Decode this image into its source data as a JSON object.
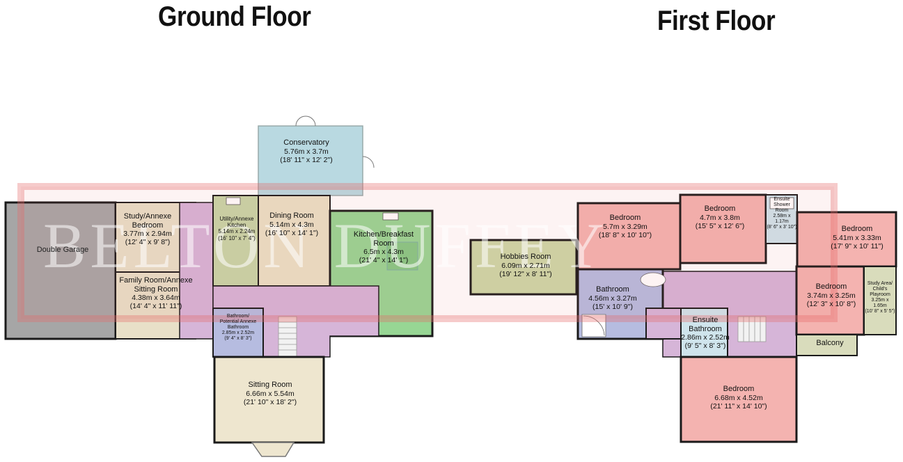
{
  "headings": {
    "ground_floor": "Ground Floor",
    "first_floor": "First Floor"
  },
  "watermark": {
    "text": "BELTON DUFFEY",
    "color": "#e46a6a"
  },
  "colors": {
    "wall": "#1a1a1a",
    "garage": "#a6a6a6",
    "study": "#e8e0c8",
    "sitting": "#eee6cf",
    "utility": "#c7d6a8",
    "dining": "#eae1c6",
    "conservatory": "#b9d9e1",
    "kitchen": "#97d694",
    "hallway": "#d6b5d8",
    "bathroom": "#b6bce0",
    "bedroom": "#f4b3b0",
    "hobbies": "#cdd8a8",
    "balcony": "#d9dcbc",
    "ensuite": "#cfe4ec"
  },
  "ground_floor_rooms": [
    {
      "name": "Double Garage",
      "metric": "",
      "imperial": ""
    },
    {
      "name": "Study/Annexe",
      "name2": "Bedroom",
      "metric": "3.77m x 2.94m",
      "imperial": "(12' 4\" x 9' 8\")"
    },
    {
      "name": "Family Room/Annexe",
      "name2": "Sitting Room",
      "metric": "4.38m x 3.64m",
      "imperial": "(14' 4\" x 11' 11\")"
    },
    {
      "name": "Utility/Annexe",
      "name2": "Kitchen",
      "metric": "5.14m x 2.24m",
      "imperial": "(16' 10\" x 7' 4\")"
    },
    {
      "name": "Dining Room",
      "metric": "5.14m x 4.3m",
      "imperial": "(16' 10\" x 14' 1\")"
    },
    {
      "name": "Conservatory",
      "metric": "5.76m x 3.7m",
      "imperial": "(18' 11\" x 12' 2\")"
    },
    {
      "name": "Kitchen/Breakfast",
      "name2": "Room",
      "metric": "6.5m x 4.3m",
      "imperial": "(21' 4\" x 14' 1\")"
    },
    {
      "name": "Bathroom/",
      "name2": "Potential Annexe",
      "name3": "Bathroom",
      "metric": "2.85m x 2.52m",
      "imperial": "(9' 4\" x 8' 3\")"
    },
    {
      "name": "Sitting Room",
      "metric": "6.66m x 5.54m",
      "imperial": "(21' 10\" x 18' 2\")"
    }
  ],
  "first_floor_rooms": [
    {
      "name": "Bedroom",
      "metric": "5.7m x 3.29m",
      "imperial": "(18' 8\" x 10' 10\")"
    },
    {
      "name": "Bedroom",
      "metric": "4.7m x 3.8m",
      "imperial": "(15' 5\" x 12' 6\")"
    },
    {
      "name": "Ensuite",
      "name2": "Shower",
      "name3": "Room",
      "metric": "2.58m x",
      "metric2": "1.17m",
      "imperial": "(8' 6\" x 3' 10\")"
    },
    {
      "name": "Bedroom",
      "metric": "5.41m x 3.33m",
      "imperial": "(17' 9\" x 10' 11\")"
    },
    {
      "name": "Hobbies Room",
      "metric": "6.09m x 2.71m",
      "imperial": "(19' 12\" x 8' 11\")"
    },
    {
      "name": "Bathroom",
      "metric": "4.56m x 3.27m",
      "imperial": "(15' x 10' 9\")"
    },
    {
      "name": "Bedroom",
      "metric": "3.74m x 3.25m",
      "imperial": "(12' 3\" x 10' 8\")"
    },
    {
      "name": "Study Area/",
      "name2": "Child's",
      "name3": "Playroom",
      "metric": "3.25m x",
      "metric2": "1.65m",
      "imperial": "(10' 8\" x 5' 5\")"
    },
    {
      "name": "Ensuite",
      "name2": "Bathroom",
      "metric": "2.86m x 2.52m",
      "imperial": "(9' 5\" x 8' 3\")"
    },
    {
      "name": "Balcony",
      "metric": "",
      "imperial": ""
    },
    {
      "name": "Bedroom",
      "metric": "6.68m x 4.52m",
      "imperial": "(21' 11\" x 14' 10\")"
    }
  ]
}
